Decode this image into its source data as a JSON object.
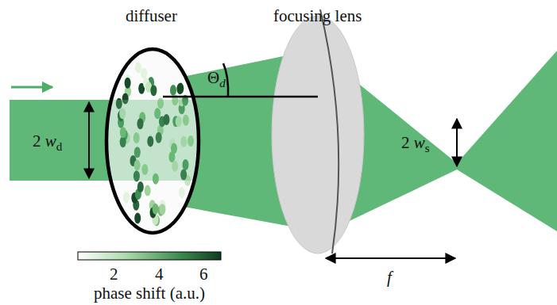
{
  "diagram": {
    "labels": [
      "diffuser",
      "focusing lens",
      "2 wd",
      "Θd",
      "2 ws",
      "f",
      "2",
      "4",
      "6",
      "phase shift (a.u.)"
    ]
  }
}
